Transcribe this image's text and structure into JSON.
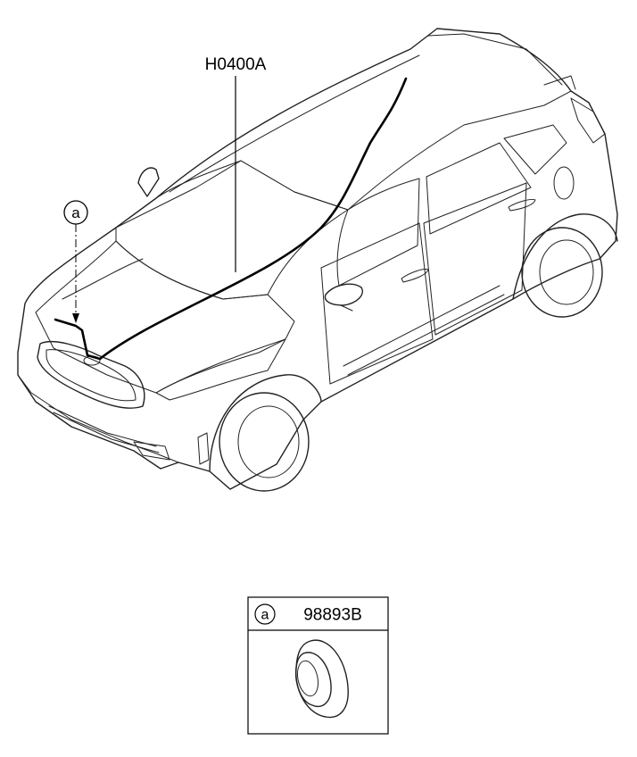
{
  "callouts": {
    "harness_part": "H0400A",
    "location_marker": "a"
  },
  "detail_box": {
    "marker": "a",
    "part_number": "98893B"
  }
}
